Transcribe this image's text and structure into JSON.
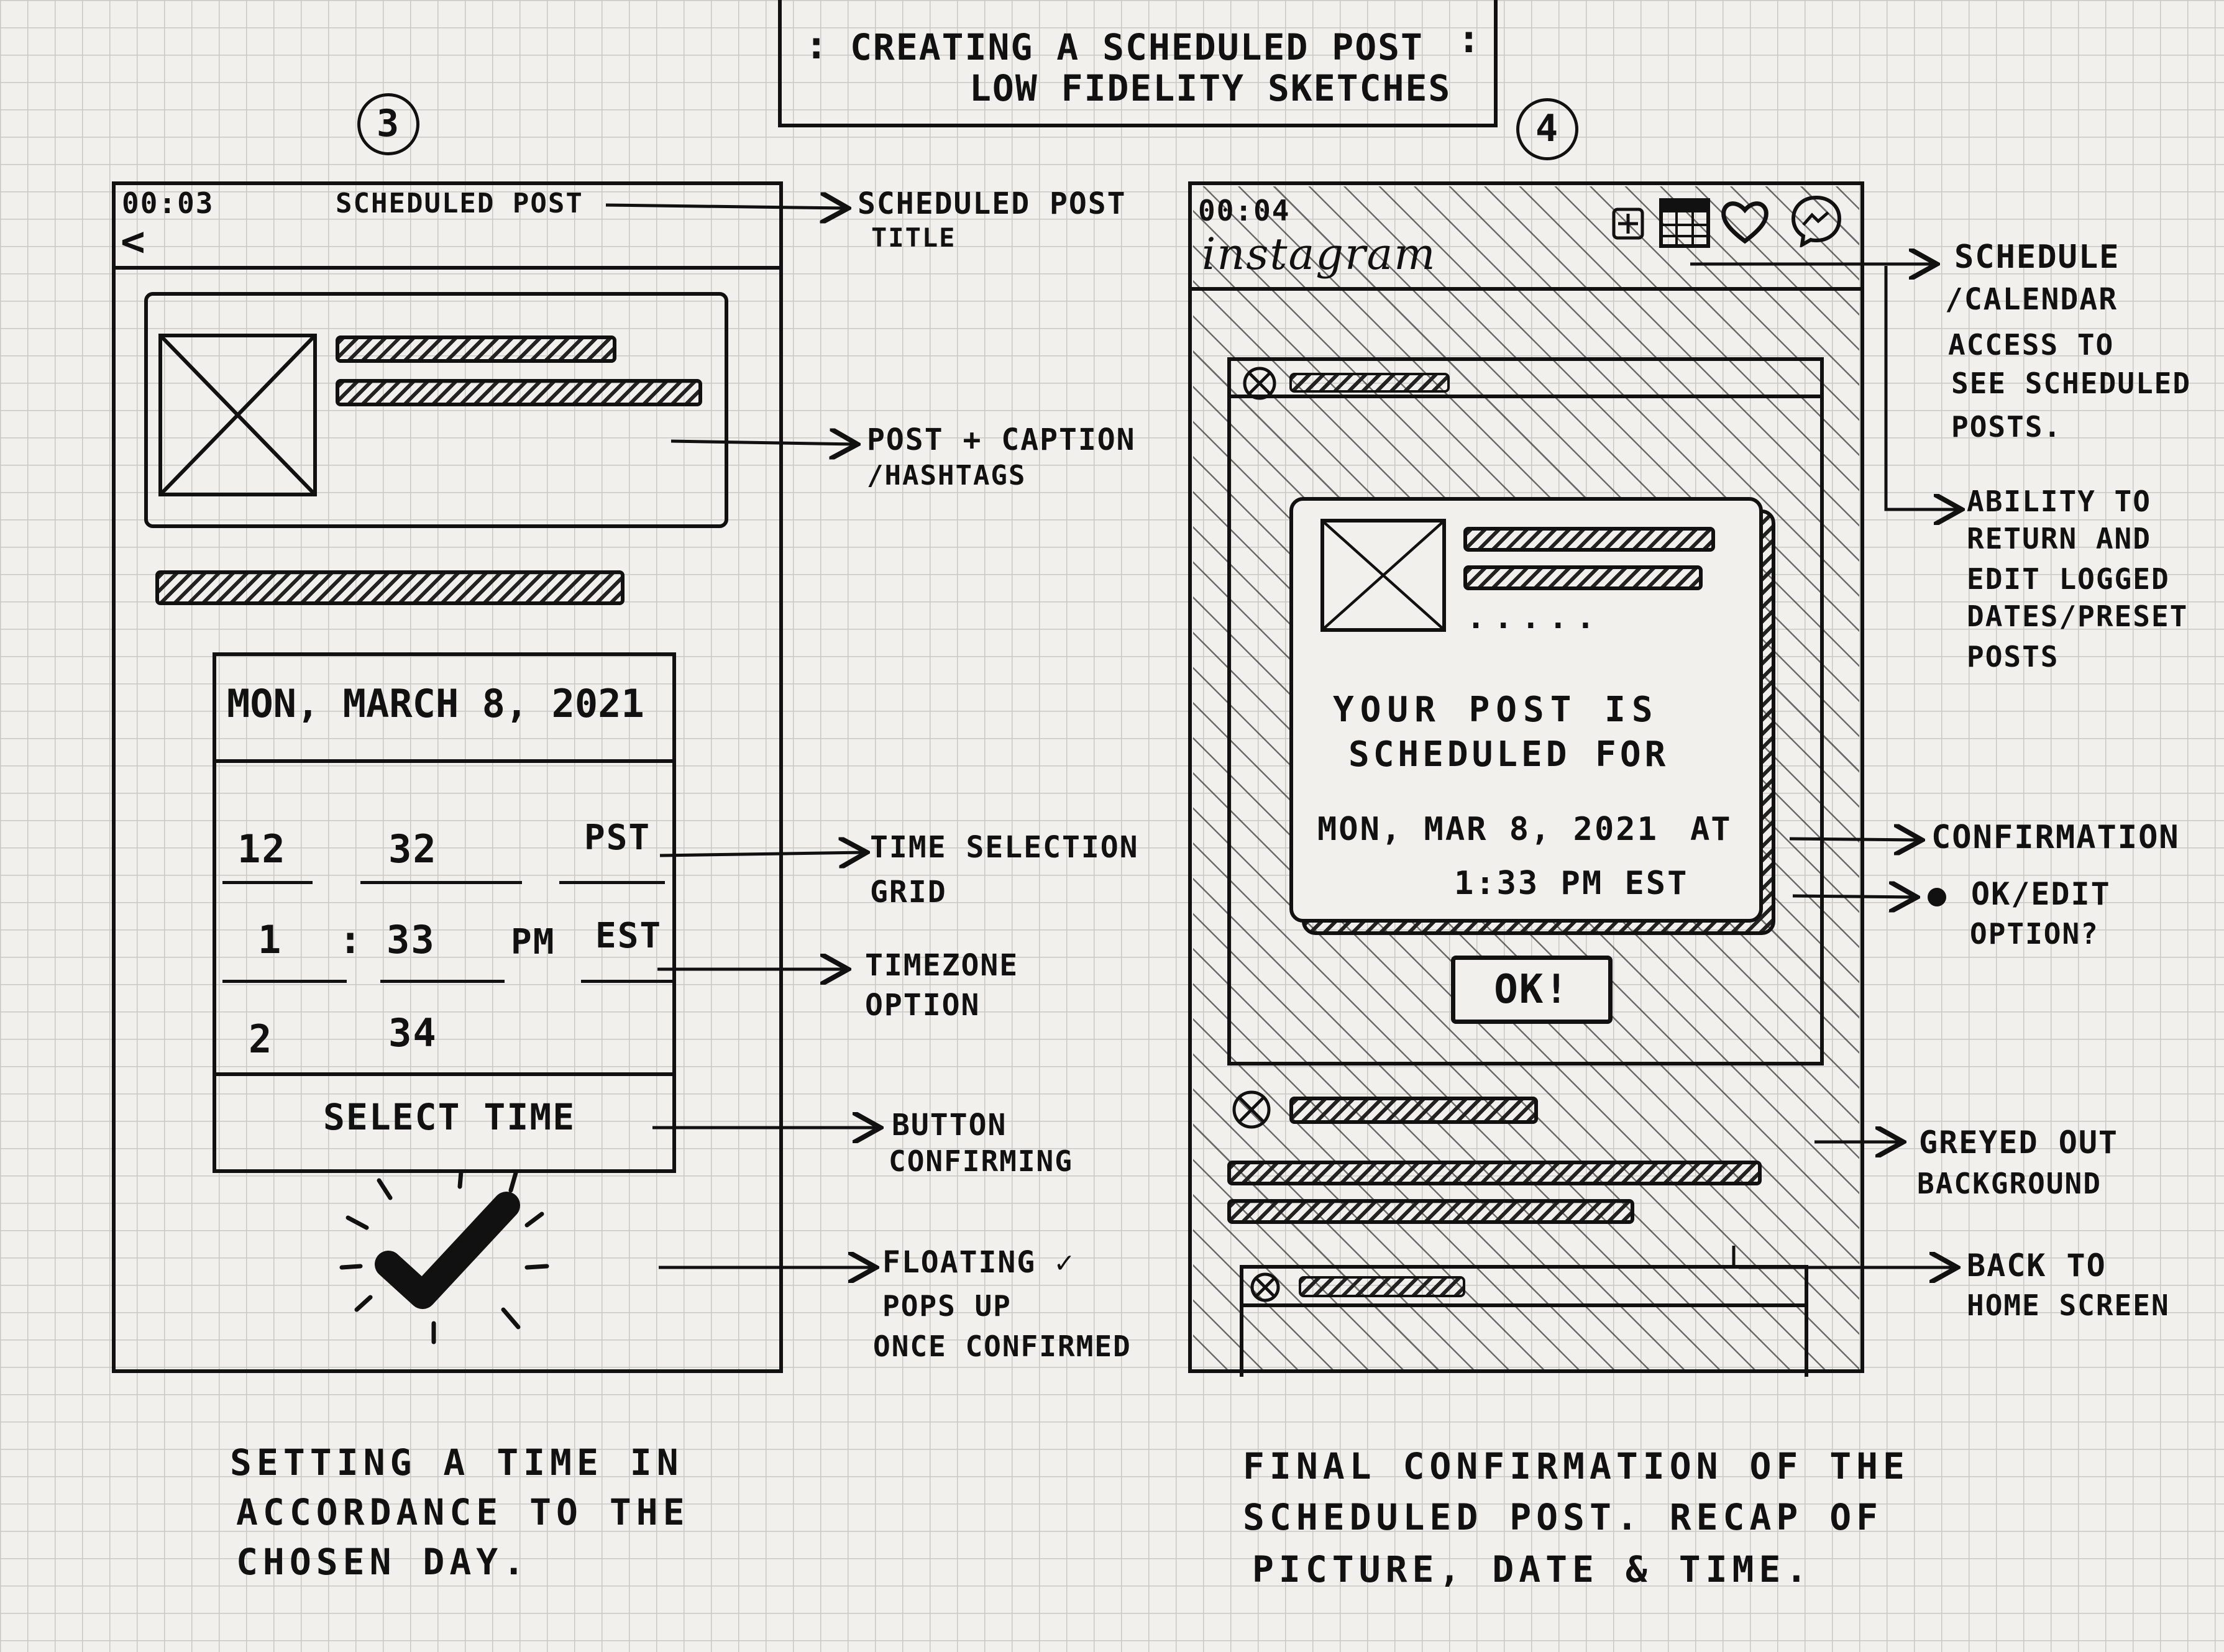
{
  "header": {
    "title_line1": "Creating a scheduled post",
    "title_line2": "Low fidelity sketches",
    "dots": ":"
  },
  "screen3": {
    "step": "3",
    "status_time": "00:03",
    "screen_title": "Scheduled post",
    "back_glyph": "<",
    "date_label": "Mon, March 8, 2021",
    "time_grid": {
      "hours": [
        "12",
        "1",
        "2"
      ],
      "separator": ":",
      "minutes": [
        "32",
        "33",
        "34"
      ],
      "meridiem": "PM",
      "timezones": [
        "PST",
        "EST"
      ]
    },
    "select_button": "Select time",
    "caption": [
      "Setting a time in",
      "accordance to the",
      "chosen day."
    ]
  },
  "screen4": {
    "step": "4",
    "status_time": "00:04",
    "app_name": "instagram",
    "dialog_text": [
      "Your post is",
      "scheduled for"
    ],
    "dialog_dots": ".....",
    "dialog_date": "Mon, Mar 8, 2021",
    "dialog_at": "at",
    "dialog_time": "1:33 PM EST",
    "ok_button": "OK!",
    "caption": [
      "Final confirmation of the",
      "scheduled post. Recap of",
      "picture, date & time."
    ]
  },
  "annotations": {
    "scheduled_post_title": [
      "Scheduled post",
      "title"
    ],
    "post_caption": [
      "Post + caption",
      "/hashtags"
    ],
    "time_selection": [
      "Time selection",
      "grid"
    ],
    "timezone": [
      "Timezone",
      "option"
    ],
    "button_confirming": [
      "Button",
      "confirming"
    ],
    "floating_check": [
      "Floating ✓",
      "pops up",
      "once confirmed"
    ],
    "schedule_calendar": [
      "Schedule",
      "/calendar",
      "access to",
      "see scheduled",
      "posts."
    ],
    "ability_return": [
      "Ability to",
      "return and",
      "edit logged",
      "dates/preset",
      "posts"
    ],
    "confirmation": [
      "Confirmation"
    ],
    "ok_edit": [
      "OK/Edit",
      "option?"
    ],
    "greyed_out": [
      "Greyed out",
      "background"
    ],
    "back_home": [
      "Back to",
      "home screen"
    ]
  }
}
